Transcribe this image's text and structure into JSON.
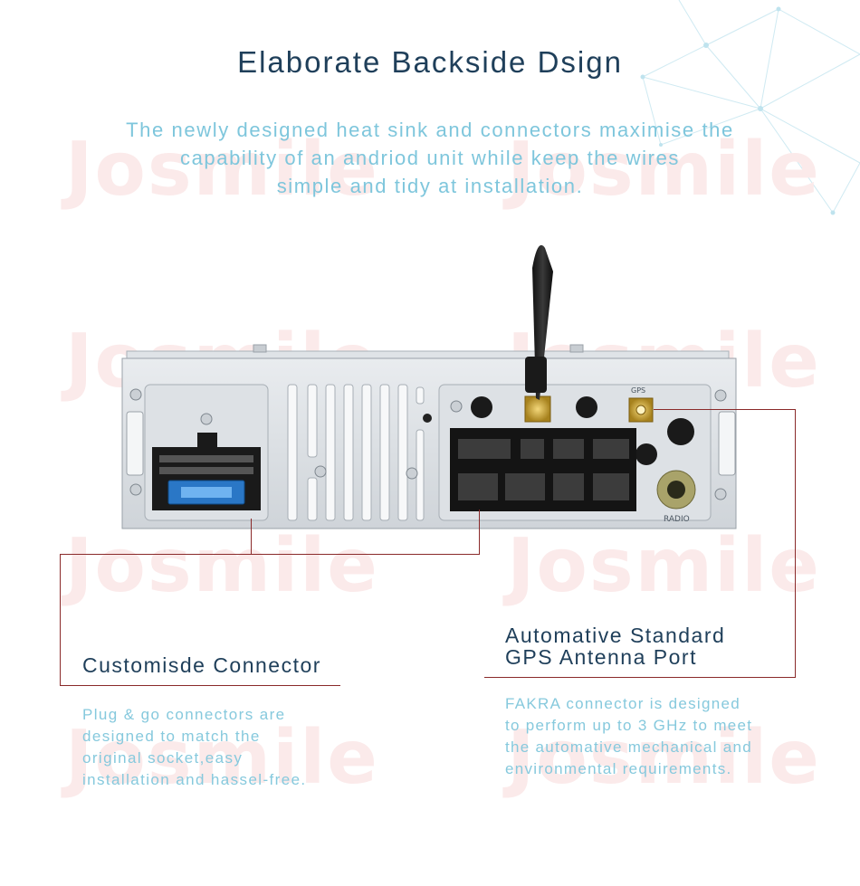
{
  "header": {
    "title": "Elaborate Backside Dsign",
    "subtitle_lines": [
      "The newly designed heat sink and connectors maximise the",
      "capability of an andriod unit while keep the wires",
      "simple and tidy at installation."
    ]
  },
  "watermark": {
    "text": "Josmile"
  },
  "device": {
    "radio_label": "RADIO",
    "gps_label": "GPS"
  },
  "left_feature": {
    "heading": "Customisde Connector",
    "description_lines": [
      "Plug & go connectors are",
      "designed to match the",
      "original socket,easy",
      "installation and hassel-free."
    ]
  },
  "right_feature": {
    "heading_lines": [
      "Automative Standard",
      "GPS Antenna Port"
    ],
    "description_lines": [
      "FAKRA connector is designed",
      "to perform up to 3 GHz to meet",
      "the automative mechanical and",
      "environmental requirements."
    ]
  },
  "colors": {
    "heading": "#1f3f5a",
    "body_text": "#86c9dd",
    "callout_line": "#8a2a2a",
    "watermark": "#fbeaea"
  }
}
